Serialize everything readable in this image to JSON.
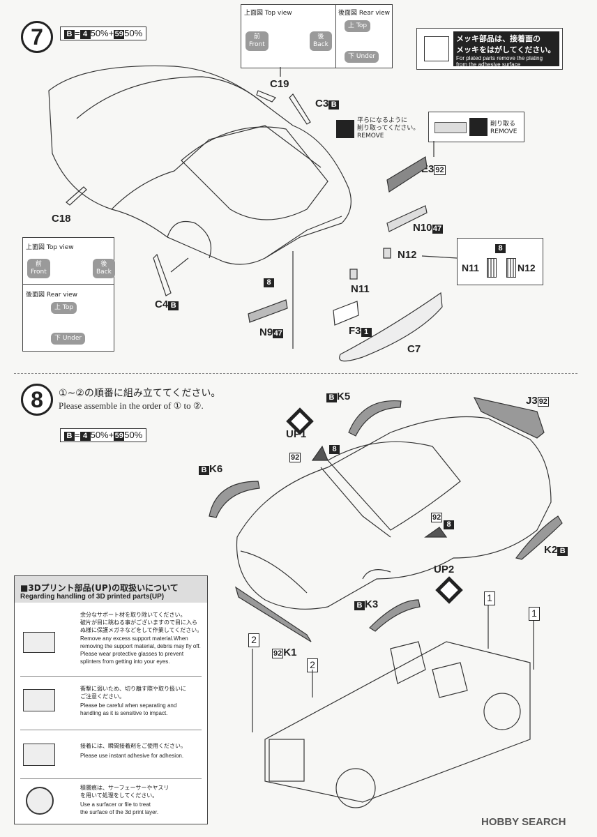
{
  "step7": {
    "number": "7",
    "paint_code": {
      "b": "B",
      "eq": "=",
      "c1": "4",
      "p1": "50%",
      "plus": "+",
      "c2": "59",
      "p2": "50%"
    },
    "top_view_box": {
      "top_title": "上面図 Top view",
      "rear_title": "後面図 Rear view",
      "front_jp": "前",
      "front_en": "Front",
      "back_jp": "後",
      "back_en": "Back",
      "top_jp": "上 Top",
      "under_jp": "下 Under"
    },
    "plating_note": {
      "jp1": "メッキ部品は、接着面の",
      "jp2": "メッキをはがしてください。",
      "en1": "For plated parts remove the plating",
      "en2": "from the adhesive surface"
    },
    "remove_note1": {
      "jp1": "平らになるように",
      "jp2": "削り取ってください。",
      "en": "REMOVE"
    },
    "remove_note2": {
      "jp": "削り取る",
      "en": "REMOVE"
    },
    "left_box": {
      "top_title": "上面図 Top view",
      "rear_title": "後面図 Rear view",
      "front_jp": "前",
      "front_en": "Front",
      "back_jp": "後",
      "back_en": "Back",
      "top_jp": "上 Top",
      "under_jp": "下 Under"
    },
    "parts": {
      "c19": "C19",
      "c3": "C3",
      "c3_tag": "B",
      "c18": "C18",
      "e3": "E3",
      "e3_tag": "92",
      "n10": "N10",
      "n10_tag": "47",
      "n12": "N12",
      "n11": "N11",
      "c4": "C4",
      "c4_tag": "B",
      "n9": "N9",
      "n9_tag": "47",
      "f3": "F3",
      "f3_tag": "1",
      "c7": "C7",
      "tag8": "8",
      "inset_tag8": "8",
      "inset_n11": "N11",
      "inset_n12": "N12"
    }
  },
  "step8": {
    "number": "8",
    "instruction_jp": "①~②の順番に組み立ててください。",
    "instruction_en": "Please assemble in the order of ① to ②.",
    "paint_code": {
      "b": "B",
      "eq": "=",
      "c1": "4",
      "p1": "50%",
      "plus": "+",
      "c2": "59",
      "p2": "50%"
    },
    "parts": {
      "k5": "K5",
      "k5_tag": "B",
      "j3": "J3",
      "j3_tag": "92",
      "up1": "UP1",
      "up1_tag": "8",
      "up1_tag2": "92",
      "k6": "K6",
      "k6_tag": "B",
      "up2": "UP2",
      "up2_tag": "92",
      "up2_tag2": "8",
      "k2": "K2",
      "k2_tag": "B",
      "k3": "K3",
      "k3_tag": "B",
      "k1": "K1",
      "k1_tag": "92",
      "step1a": "1",
      "step1b": "1",
      "step2a": "2",
      "step2b": "2"
    }
  },
  "handling_box": {
    "title_jp": "■3Dプリント部品(UP)の取扱いについて",
    "title_en": "Regarding handling of 3D printed parts(UP)",
    "items": [
      {
        "jp": "余分なサポート材を取り除いてください。\n破片が目に跳ねる事がございますので目に入ら\nぬ様に保護メガネなどをして作業してください。",
        "en": "Remove any excess support material.When\nremoving the support material, debris may fly off.\nPlease wear protective glasses to prevent\nsplinters from getting into your eyes."
      },
      {
        "jp": "衝撃に弱いため、切り離す際や取り扱いに\nご注意ください。",
        "en": "Please be careful when separating and\nhandling as it is sensitive to impact."
      },
      {
        "jp": "接着には、瞬間接着剤をご使用ください。",
        "en": "Please use instant adhesive for adhesion."
      },
      {
        "jp": "積層痕は、サーフェーサーやヤスリ\nを用いて処理をしてください。",
        "en": "Use a surfacer or file to treat\nthe surface of the 3d print layer."
      }
    ]
  },
  "watermark": "HOBBY SEARCH"
}
